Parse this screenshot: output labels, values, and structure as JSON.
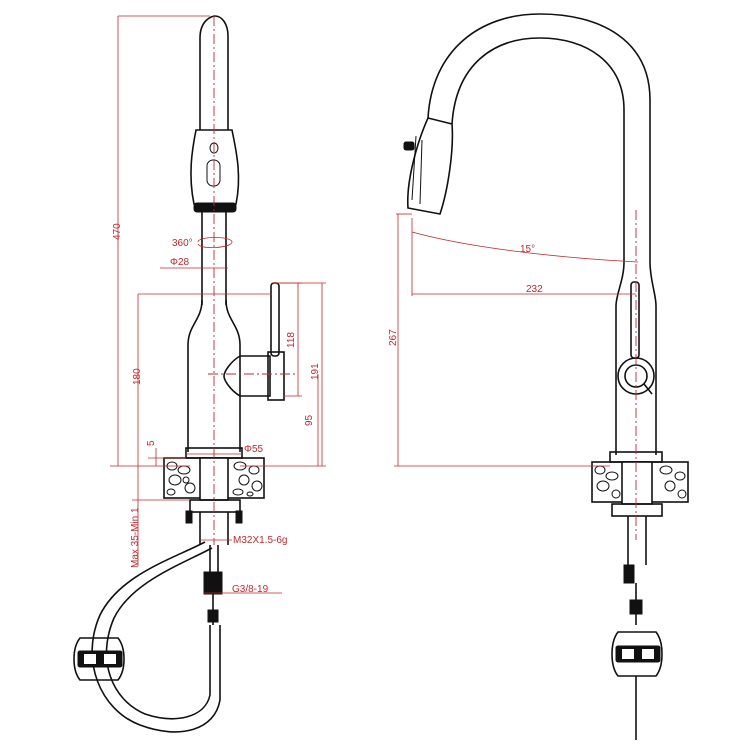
{
  "drawing": {
    "colors": {
      "line": "#111111",
      "dimension": "#c0272d",
      "background": "#ffffff"
    },
    "front_view": {
      "dims": {
        "total_height": "470",
        "rotation": "360°",
        "spout_dia": "Φ28",
        "base_height": "180",
        "handle_height": "118",
        "body_height": "191",
        "lever_height": "95",
        "deck_gap": "5",
        "base_dia": "Φ55",
        "deck_thickness": "Max 35-Min 1",
        "shank_thread": "M32X1.5-6g",
        "hose_thread": "G3/8-19"
      }
    },
    "side_view": {
      "dims": {
        "spray_angle": "15°",
        "reach": "232",
        "spout_height": "267"
      }
    }
  }
}
